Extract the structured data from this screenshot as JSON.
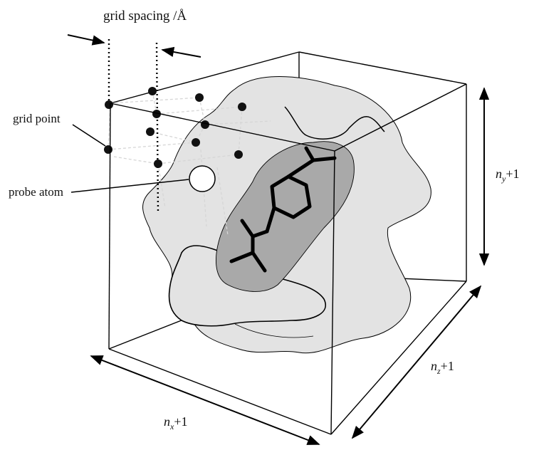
{
  "labels": {
    "grid_spacing": "grid spacing /Å",
    "grid_point": "grid point",
    "probe_atom": "probe atom",
    "ny": "n",
    "ny_sub": "y",
    "ny_suffix": "+1",
    "nz": "n",
    "nz_sub": "z",
    "nz_suffix": "+1",
    "nx": "n",
    "nx_sub": "x",
    "nx_suffix": "+1"
  },
  "colors": {
    "line": "#000000",
    "protein_fill": "#e3e3e3",
    "pocket_fill": "#a9a9a9",
    "grid_dash": "#d6d6d6",
    "grid_dot": "#111111"
  }
}
